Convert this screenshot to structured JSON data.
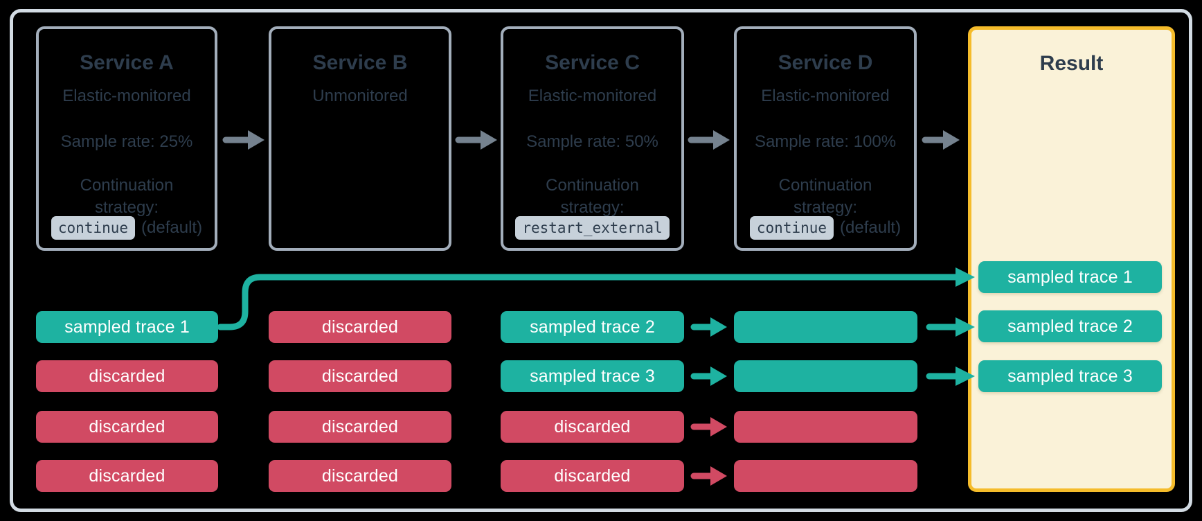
{
  "colors": {
    "teal": "#1eb2a1",
    "red": "#d14a63",
    "gray_arrow": "#75828f",
    "box_border": "#a3aebb",
    "outer_border": "#d2dbe3",
    "text_dark": "#2e3d4d",
    "chip_bg": "#c7d1da",
    "result_bg": "#faf2d8",
    "result_border": "#f5bc2b",
    "pill_text": "#ffffff",
    "background": "#000000"
  },
  "services": [
    {
      "title": "Service A",
      "subtitle": "Elastic-monitored",
      "sample_rate": "Sample rate: 25%",
      "continuation_line1": "Continuation",
      "continuation_line2": "strategy:",
      "chip": "continue",
      "chip_suffix": "(default)"
    },
    {
      "title": "Service B",
      "subtitle": "Unmonitored"
    },
    {
      "title": "Service C",
      "subtitle": "Elastic-monitored",
      "sample_rate": "Sample rate: 50%",
      "continuation_line1": "Continuation",
      "continuation_line2": "strategy:",
      "chip": "restart_external"
    },
    {
      "title": "Service D",
      "subtitle": "Elastic-monitored",
      "sample_rate": "Sample rate: 100%",
      "continuation_line1": "Continuation",
      "continuation_line2": "strategy:",
      "chip": "continue",
      "chip_suffix": "(default)"
    }
  ],
  "result": {
    "title": "Result",
    "pills": [
      {
        "label": "sampled trace 1",
        "type": "sampled"
      },
      {
        "label": "sampled trace 2",
        "type": "sampled"
      },
      {
        "label": "sampled trace 3",
        "type": "sampled"
      }
    ]
  },
  "columns": {
    "a": [
      {
        "label": "sampled trace 1",
        "type": "sampled"
      },
      {
        "label": "discarded",
        "type": "discarded"
      },
      {
        "label": "discarded",
        "type": "discarded"
      },
      {
        "label": "discarded",
        "type": "discarded"
      }
    ],
    "b": [
      {
        "label": "discarded",
        "type": "discarded"
      },
      {
        "label": "discarded",
        "type": "discarded"
      },
      {
        "label": "discarded",
        "type": "discarded"
      },
      {
        "label": "discarded",
        "type": "discarded"
      }
    ],
    "c": [
      {
        "label": "sampled trace 2",
        "type": "sampled"
      },
      {
        "label": "sampled trace 3",
        "type": "sampled"
      },
      {
        "label": "discarded",
        "type": "discarded"
      },
      {
        "label": "discarded",
        "type": "discarded"
      }
    ],
    "d": [
      {
        "label": "",
        "type": "sampled"
      },
      {
        "label": "",
        "type": "sampled"
      },
      {
        "label": "",
        "type": "discarded"
      },
      {
        "label": "",
        "type": "discarded"
      }
    ]
  }
}
